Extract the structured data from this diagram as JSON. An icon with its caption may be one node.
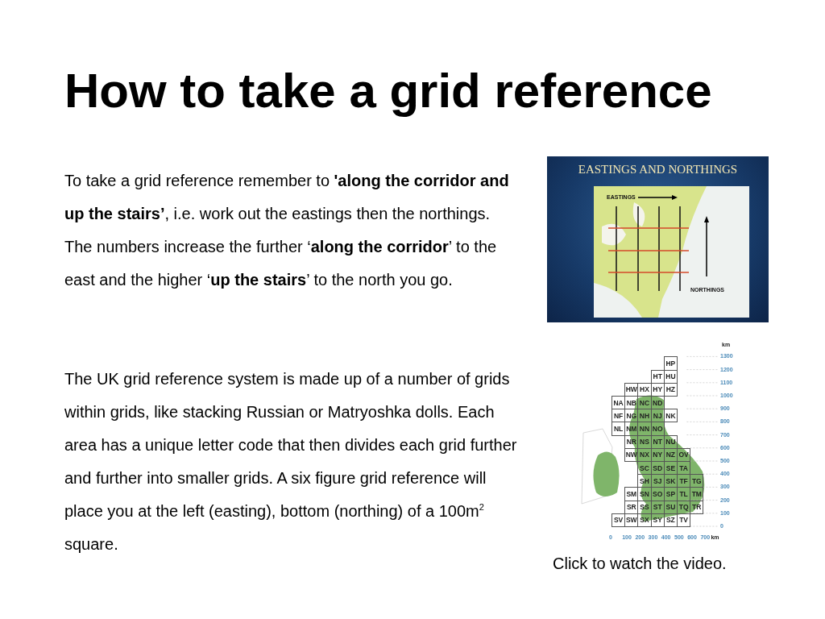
{
  "diagram": {
    "title": "How to take a grid reference",
    "labels": [
      "To take a grid reference remember to **'along the corridor and up the stairs’**, i.e. work out the eastings then the northings.  The numbers increase the further ‘**along the corridor**’ to the east and the higher ‘**up the stairs**’ to the north you go.",
      "The UK grid reference system is made up of a number of grids within grids, like stacking Russian or Matryoshka dolls.  Each area has a unique letter code that then divides each grid further and further into smaller grids.  A six figure grid reference will place you at the left (easting), bottom (northing) of a 100m$^{2}$ square.",
      "EASTINGS AND NORTHINGS",
      "EASTINGS",
      "NORTHINGS",
      "km",
      "1300",
      "1200",
      "1100",
      "1000",
      "900",
      "800",
      "700",
      "600",
      "500",
      "400",
      "300",
      "200",
      "100",
      "0",
      "HP",
      "HT",
      "HU",
      "HW",
      "HX",
      "HY",
      "HZ",
      "NA",
      "NB",
      "NC",
      "ND",
      "NF",
      "NG",
      "NH",
      "NJ",
      "NK",
      "NL",
      "NM",
      "NN",
      "NO",
      "NR",
      "NS",
      "NT",
      "NU",
      "NW",
      "NX",
      "NY",
      "NZ",
      "OV",
      "SC",
      "SD",
      "SE",
      "TA",
      "SH",
      "SJ",
      "SK",
      "TF",
      "TG",
      "SM",
      "SN",
      "SO",
      "SP",
      "TL",
      "TM",
      "SR",
      "SS",
      "ST",
      "SU",
      "TQ",
      "TR",
      "SV",
      "SW",
      "SX",
      "SY",
      "SZ",
      "TV",
      "0",
      "100",
      "200",
      "300",
      "400",
      "500",
      "600",
      "700",
      "km",
      "Click to watch the video."
    ]
  }
}
